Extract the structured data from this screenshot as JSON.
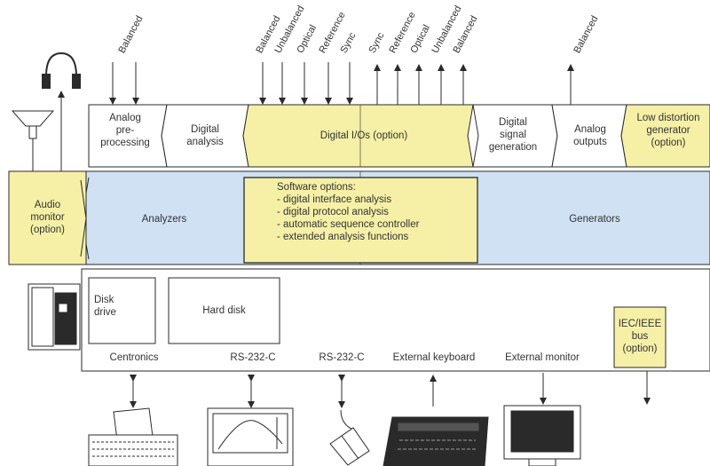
{
  "top_labels": {
    "analog_in": [
      "Balanced"
    ],
    "digital_in": [
      "Balanced",
      "Unbalanced",
      "Optical",
      "Reference",
      "Sync"
    ],
    "digital_out": [
      "Sync",
      "Reference",
      "Optical",
      "Unbalanced",
      "Balanced"
    ],
    "analog_out": [
      "Balanced"
    ]
  },
  "modules": {
    "analog_preprocessing": "Analog\npre-\nprocessing",
    "digital_analysis": "Digital\nanalysis",
    "digital_io": "Digital I/Os (option)",
    "digital_signal_generation": "Digital\nsignal\ngeneration",
    "analog_outputs": "Analog\noutputs",
    "low_distortion_generator": "Low distortion\ngenerator\n(option)"
  },
  "middle": {
    "audio_monitor": "Audio\nmonitor\n(option)",
    "analyzers": "Analyzers",
    "generators": "Generators",
    "software_title": "Software options:",
    "software_items": [
      "- digital interface analysis",
      "- digital protocol analysis",
      "- automatic sequence controller",
      "- extended analysis functions"
    ]
  },
  "bottom": {
    "disk_drive": "Disk\ndrive",
    "hard_disk": "Hard disk",
    "iec_bus": "IEC/IEEE\nbus\n(option)",
    "ports": [
      "Centronics",
      "RS-232-C",
      "RS-232-C",
      "External keyboard",
      "External monitor"
    ]
  },
  "colors": {
    "yellow": "#f6f0a6",
    "blue": "#cfe1f2",
    "line": "#2a2a2a"
  }
}
